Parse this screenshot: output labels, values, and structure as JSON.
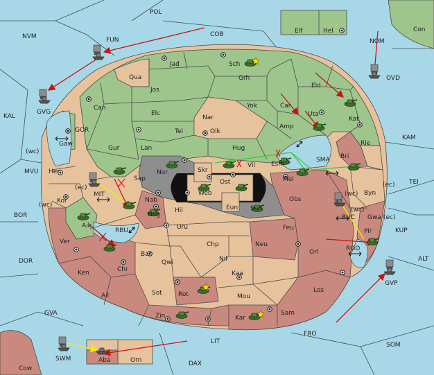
{
  "map": {
    "colors": {
      "sea": "#a8d8e8",
      "green": "#9ec58c",
      "tan": "#e6c39d",
      "red": "#c9897f",
      "gray": "#8e8e8e",
      "move_arrow": "#cc1111",
      "support_green": "#33cc33",
      "support_yellow": "#f0f000"
    },
    "territories": [
      {
        "id": "POL",
        "label": "POL"
      },
      {
        "id": "NVM",
        "label": "NVM"
      },
      {
        "id": "FUN",
        "label": "FUN"
      },
      {
        "id": "COB",
        "label": "COB"
      },
      {
        "id": "Con",
        "label": "Con"
      },
      {
        "id": "NOM",
        "label": "NOM"
      },
      {
        "id": "OVD",
        "label": "OVD"
      },
      {
        "id": "Elf",
        "label": "Elf"
      },
      {
        "id": "Hel",
        "label": "Hel"
      },
      {
        "id": "KAL",
        "label": "KAL"
      },
      {
        "id": "GVG",
        "label": "GVG"
      },
      {
        "id": "GOR",
        "label": "GOR"
      },
      {
        "id": "Gaw",
        "label": "Gaw"
      },
      {
        "id": "Her",
        "label": "Her"
      },
      {
        "id": "Kor",
        "label": "Kor"
      },
      {
        "id": "MVU",
        "label": "MVU"
      },
      {
        "id": "BOR",
        "label": "BOR"
      },
      {
        "id": "MIT",
        "label": "MIT"
      },
      {
        "id": "Aik",
        "label": "Aik"
      },
      {
        "id": "Ver",
        "label": "Ver"
      },
      {
        "id": "RBU",
        "label": "RBU"
      },
      {
        "id": "DOR",
        "label": "DOR"
      },
      {
        "id": "Ken",
        "label": "Ken"
      },
      {
        "id": "Ail",
        "label": "Ail"
      },
      {
        "id": "GVA",
        "label": "GVA"
      },
      {
        "id": "Jad",
        "label": "Jad"
      },
      {
        "id": "Sch",
        "label": "Sch"
      },
      {
        "id": "Qua",
        "label": "Qua"
      },
      {
        "id": "Jos",
        "label": "Jos"
      },
      {
        "id": "Grh",
        "label": "Grh"
      },
      {
        "id": "Eld",
        "label": "Eld"
      },
      {
        "id": "Can",
        "label": "Can"
      },
      {
        "id": "Elc",
        "label": "Elc"
      },
      {
        "id": "Nar",
        "label": "Nar"
      },
      {
        "id": "Yok",
        "label": "Yok"
      },
      {
        "id": "Car",
        "label": "Car"
      },
      {
        "id": "Uta",
        "label": "Uta"
      },
      {
        "id": "Kat",
        "label": "Kat"
      },
      {
        "id": "KAM",
        "label": "KAM"
      },
      {
        "id": "Olk",
        "label": "Olk"
      },
      {
        "id": "Amp",
        "label": "Amp"
      },
      {
        "id": "Tel",
        "label": "Tel"
      },
      {
        "id": "Gur",
        "label": "Gur"
      },
      {
        "id": "Lan",
        "label": "Lan"
      },
      {
        "id": "Hug",
        "label": "Hug"
      },
      {
        "id": "Rie",
        "label": "Rie"
      },
      {
        "id": "Bri",
        "label": "Bri"
      },
      {
        "id": "SMA",
        "label": "SMA"
      },
      {
        "id": "Nor",
        "label": "Nor"
      },
      {
        "id": "Vil",
        "label": "Vil"
      },
      {
        "id": "Esm",
        "label": "Esm"
      },
      {
        "id": "TEI",
        "label": "TEI"
      },
      {
        "id": "Sap",
        "label": "Sap"
      },
      {
        "id": "Skr",
        "label": "Skr"
      },
      {
        "id": "Web",
        "label": "Web"
      },
      {
        "id": "Ost",
        "label": "Ost"
      },
      {
        "id": "Mel",
        "label": "Mel"
      },
      {
        "id": "Byn",
        "label": "Byn"
      },
      {
        "id": "Nab",
        "label": "Nab"
      },
      {
        "id": "Hil",
        "label": "Hil"
      },
      {
        "id": "Eun",
        "label": "Eun"
      },
      {
        "id": "Sun",
        "label": "Sun"
      },
      {
        "id": "Obs",
        "label": "Obs"
      },
      {
        "id": "BUC",
        "label": "BUC"
      },
      {
        "id": "Gwa",
        "label": "Gwa"
      },
      {
        "id": "KUP",
        "label": "KUP"
      },
      {
        "id": "Nog",
        "label": "Nog"
      },
      {
        "id": "Uru",
        "label": "Uru"
      },
      {
        "id": "Feu",
        "label": "Feu"
      },
      {
        "id": "Pir",
        "label": "Pir"
      },
      {
        "id": "Chp",
        "label": "Chp"
      },
      {
        "id": "Neu",
        "label": "Neu"
      },
      {
        "id": "Orl",
        "label": "Orl"
      },
      {
        "id": "ROD",
        "label": "ROD"
      },
      {
        "id": "ALT",
        "label": "ALT"
      },
      {
        "id": "Bar",
        "label": "Bar"
      },
      {
        "id": "Qwi",
        "label": "Qwi"
      },
      {
        "id": "Nil",
        "label": "Nil"
      },
      {
        "id": "Chr",
        "label": "Chr"
      },
      {
        "id": "Kaa",
        "label": "Kaa"
      },
      {
        "id": "Sot",
        "label": "Sot"
      },
      {
        "id": "Rot",
        "label": "Rot"
      },
      {
        "id": "Mou",
        "label": "Mou"
      },
      {
        "id": "Los",
        "label": "Los"
      },
      {
        "id": "GVP",
        "label": "GVP"
      },
      {
        "id": "Zin",
        "label": "Zin"
      },
      {
        "id": "Kar",
        "label": "Kar"
      },
      {
        "id": "Sam",
        "label": "Sam"
      },
      {
        "id": "FRO",
        "label": "FRO"
      },
      {
        "id": "SOM",
        "label": "SOM"
      },
      {
        "id": "LIT",
        "label": "LIT"
      },
      {
        "id": "SWM",
        "label": "SWM"
      },
      {
        "id": "Aba",
        "label": "Aba"
      },
      {
        "id": "Orn",
        "label": "Orn"
      },
      {
        "id": "DAX",
        "label": "DAX"
      },
      {
        "id": "Cow",
        "label": "Cow"
      }
    ],
    "coast_tags": [
      {
        "id": "her_wc",
        "label": "(wc)"
      },
      {
        "id": "kor_ec",
        "label": "(ec)"
      },
      {
        "id": "kor_wc",
        "label": "(wc)"
      },
      {
        "id": "byn_wc",
        "label": "(wc)"
      },
      {
        "id": "rie_ec",
        "label": "(ec)"
      },
      {
        "id": "gwa_wc",
        "label": "(wc)"
      },
      {
        "id": "gwa_ec",
        "label": "(ec)"
      }
    ],
    "units": [
      {
        "type": "fleet",
        "at": "FUN"
      },
      {
        "type": "fleet",
        "at": "GVG"
      },
      {
        "type": "fleet",
        "at": "MIT"
      },
      {
        "type": "fleet",
        "at": "OVD"
      },
      {
        "type": "fleet",
        "at": "BUC"
      },
      {
        "type": "fleet",
        "at": "GVP"
      },
      {
        "type": "fleet",
        "at": "SWM"
      },
      {
        "type": "fleet",
        "at": "Aba"
      },
      {
        "type": "army",
        "at": "Sch"
      },
      {
        "type": "army",
        "at": "Uta"
      },
      {
        "type": "army",
        "at": "Kat"
      },
      {
        "type": "army",
        "at": "Nor"
      },
      {
        "type": "army",
        "at": "Vil"
      },
      {
        "type": "army",
        "at": "Esm"
      },
      {
        "type": "army",
        "at": "SMA"
      },
      {
        "type": "army",
        "at": "Bri"
      },
      {
        "type": "army",
        "at": "Sap"
      },
      {
        "type": "army",
        "at": "Nab"
      },
      {
        "type": "army",
        "at": "Nog"
      },
      {
        "type": "army",
        "at": "Aik"
      },
      {
        "type": "army",
        "at": "Chr"
      },
      {
        "type": "army",
        "at": "Ost"
      },
      {
        "type": "army",
        "at": "Web"
      },
      {
        "type": "army",
        "at": "Sun"
      },
      {
        "type": "army",
        "at": "Pir"
      },
      {
        "type": "army",
        "at": "Rot"
      },
      {
        "type": "army",
        "at": "Zin"
      },
      {
        "type": "army",
        "at": "Kar"
      }
    ]
  }
}
